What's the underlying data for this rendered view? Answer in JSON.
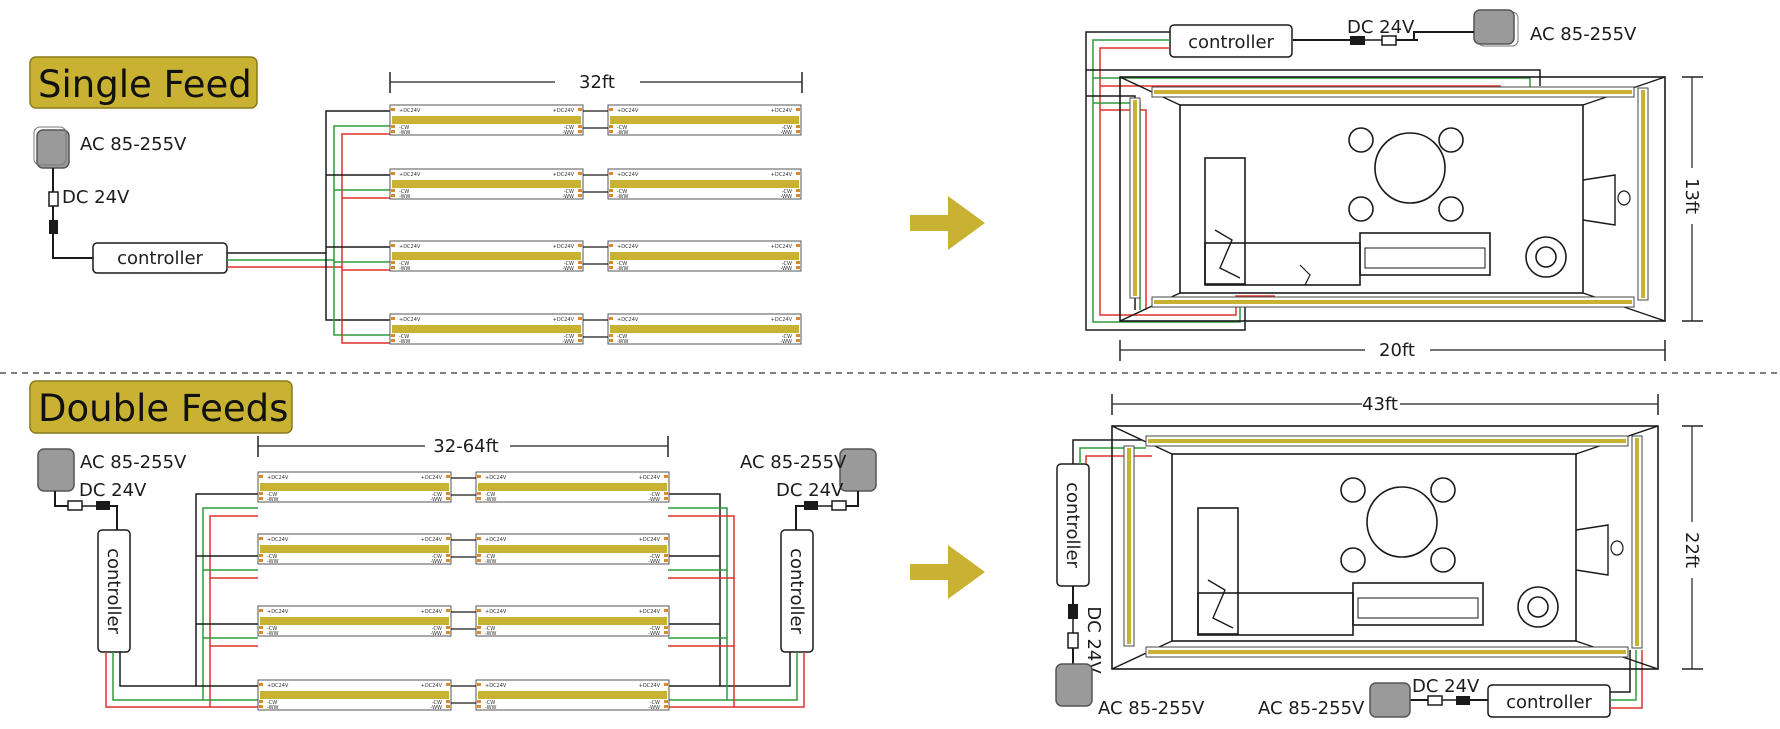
{
  "sections": {
    "single": {
      "title": "Single Feed"
    },
    "double": {
      "title": "Double Feeds"
    }
  },
  "labels": {
    "ac": "AC 85-255V",
    "dc": "DC 24V",
    "controller": "controller",
    "strip_plus": "+DC24V",
    "strip_cw": "-CW",
    "strip_ww": "-WW"
  },
  "dimensions": {
    "single_run": "32ft",
    "single_room_w": "20ft",
    "single_room_h": "13ft",
    "double_run": "32-64ft",
    "double_room_w": "43ft",
    "double_room_h": "22ft"
  },
  "colors": {
    "gold": "#c9b232",
    "wire_black": "#1a1a1a",
    "wire_red": "#e0312b",
    "wire_green": "#2f9a3c",
    "adapter": "#9a9a9a"
  }
}
